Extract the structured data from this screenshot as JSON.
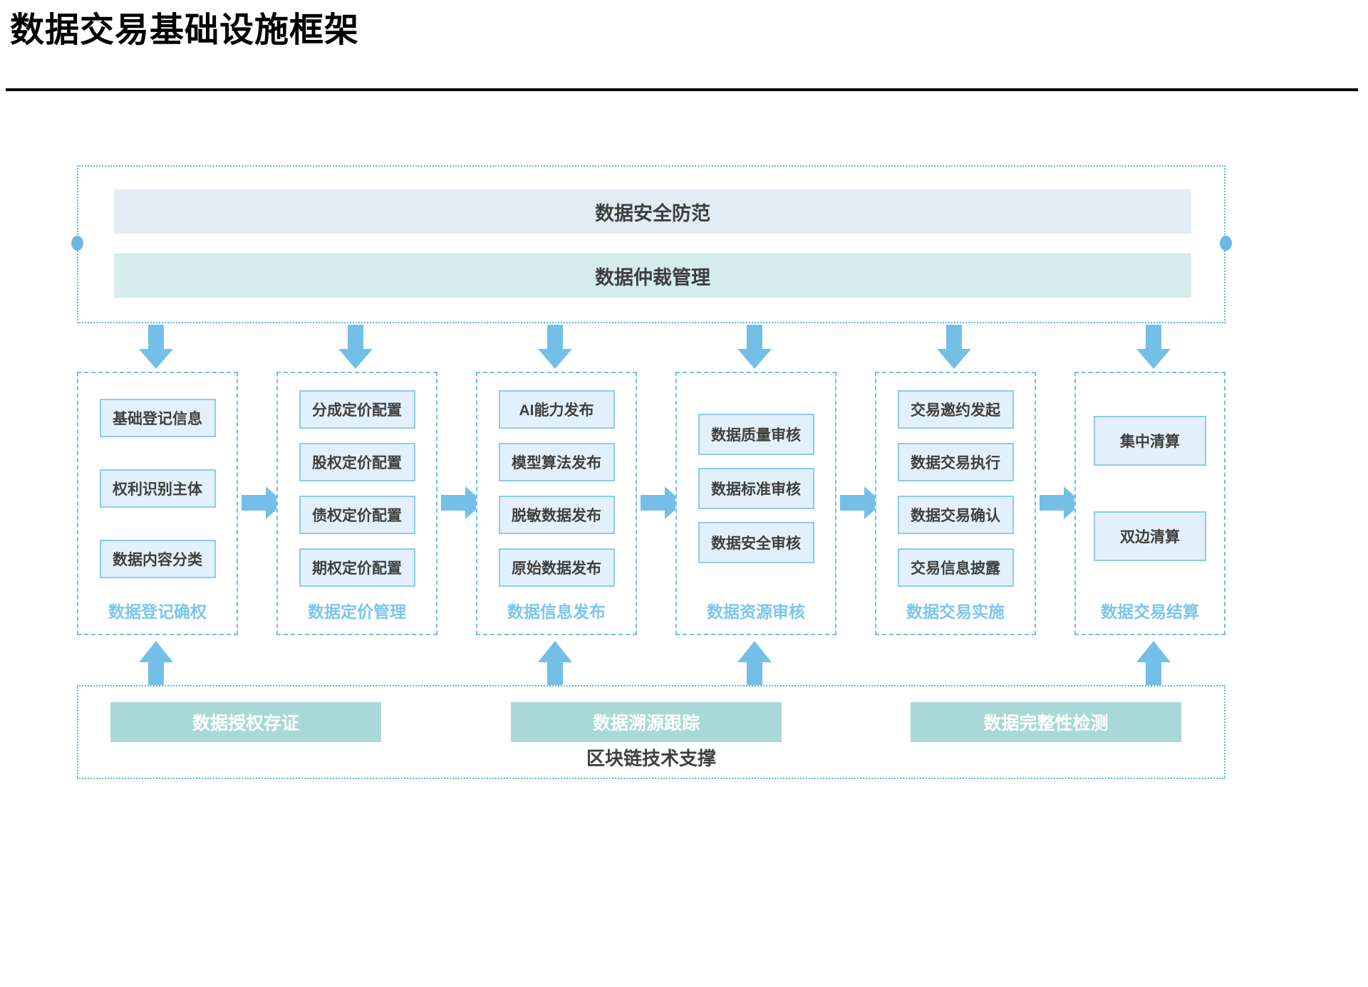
{
  "title": "数据交易基础设施框架",
  "governance": {
    "bands": [
      {
        "label": "数据安全防范",
        "color": "#e3ebf4"
      },
      {
        "label": "数据仲裁管理",
        "color": "#d4ecea"
      }
    ]
  },
  "stages": [
    {
      "label": "数据登记确权",
      "items": [
        "基础登记信息",
        "权利识别主体",
        "数据内容分类"
      ]
    },
    {
      "label": "数据定价管理",
      "items": [
        "分成定价配置",
        "股权定价配置",
        "债权定价配置",
        "期权定价配置"
      ]
    },
    {
      "label": "数据信息发布",
      "items": [
        "AI能力发布",
        "模型算法发布",
        "脱敏数据发布",
        "原始数据发布"
      ]
    },
    {
      "label": "数据资源审核",
      "items": [
        "数据质量审核",
        "数据标准审核",
        "数据安全审核"
      ]
    },
    {
      "label": "数据交易实施",
      "items": [
        "交易邀约发起",
        "数据交易执行",
        "数据交易确认",
        "交易信息披露"
      ]
    },
    {
      "label": "数据交易结算",
      "items": [
        "集中清算",
        "双边清算"
      ]
    }
  ],
  "blockchain": {
    "caption": "区块链技术支撑",
    "boxes": [
      "数据授权存证",
      "数据溯源跟踪",
      "数据完整性检测"
    ]
  },
  "colors": {
    "accent_blue": "#74bfe8",
    "box_fill": "#e2f0fb",
    "box_border": "#8ecaee",
    "label_blue": "#7cc5ec",
    "teal": "#a9d8d8",
    "text_dark": "#3f3f3f"
  }
}
